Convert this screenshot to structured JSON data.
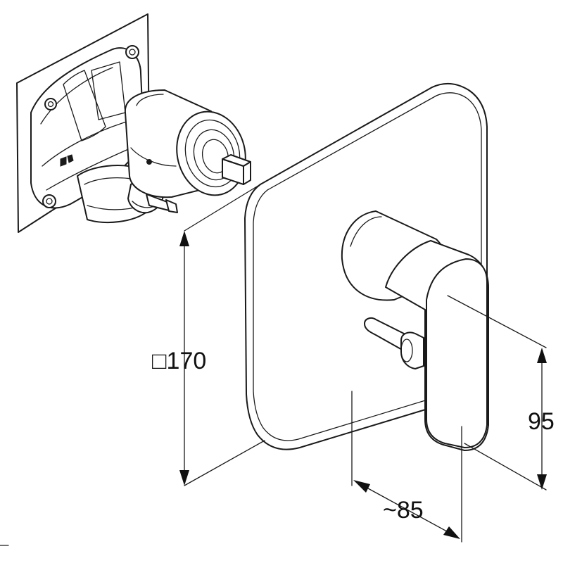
{
  "dimensions": {
    "plate_size": {
      "symbol": "□",
      "value": "170"
    },
    "lever_height": "95",
    "projection": "~85"
  },
  "components": [
    {
      "name": "mounting-plate"
    },
    {
      "name": "valve-body"
    },
    {
      "name": "cartridge"
    },
    {
      "name": "cover-plate"
    },
    {
      "name": "lever-handle"
    },
    {
      "name": "diverter-pin"
    }
  ]
}
